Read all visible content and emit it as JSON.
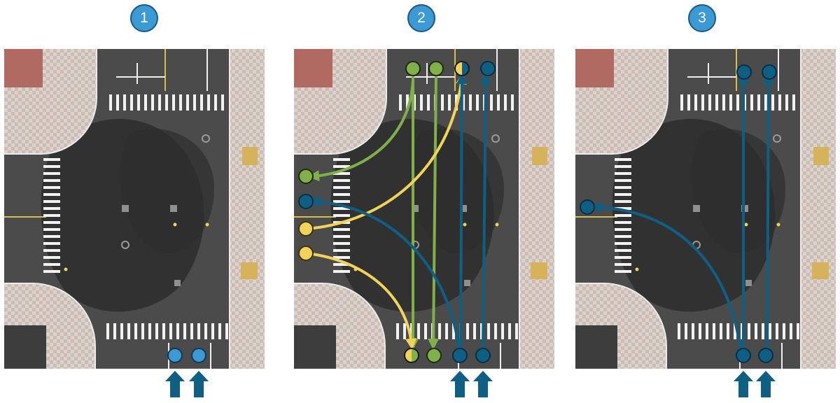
{
  "steps": [
    {
      "label": "1"
    },
    {
      "label": "2"
    },
    {
      "label": "3"
    }
  ],
  "colors": {
    "asphalt": "#4b4b4b",
    "asphalt_dark": "#2b2b2b",
    "sidewalk": "#d9cfc8",
    "plaza": "#b06a62",
    "crosswalk": "#f2f2f2",
    "left_turn_green": "#7fb04a",
    "right_turn_yellow": "#f2d35a",
    "straight_blue": "#0f5f85",
    "start_light_blue": "#3b99d4",
    "badge": "#3b99d4"
  },
  "icons": [
    "up-arrow-icon",
    "waypoint-icon"
  ]
}
